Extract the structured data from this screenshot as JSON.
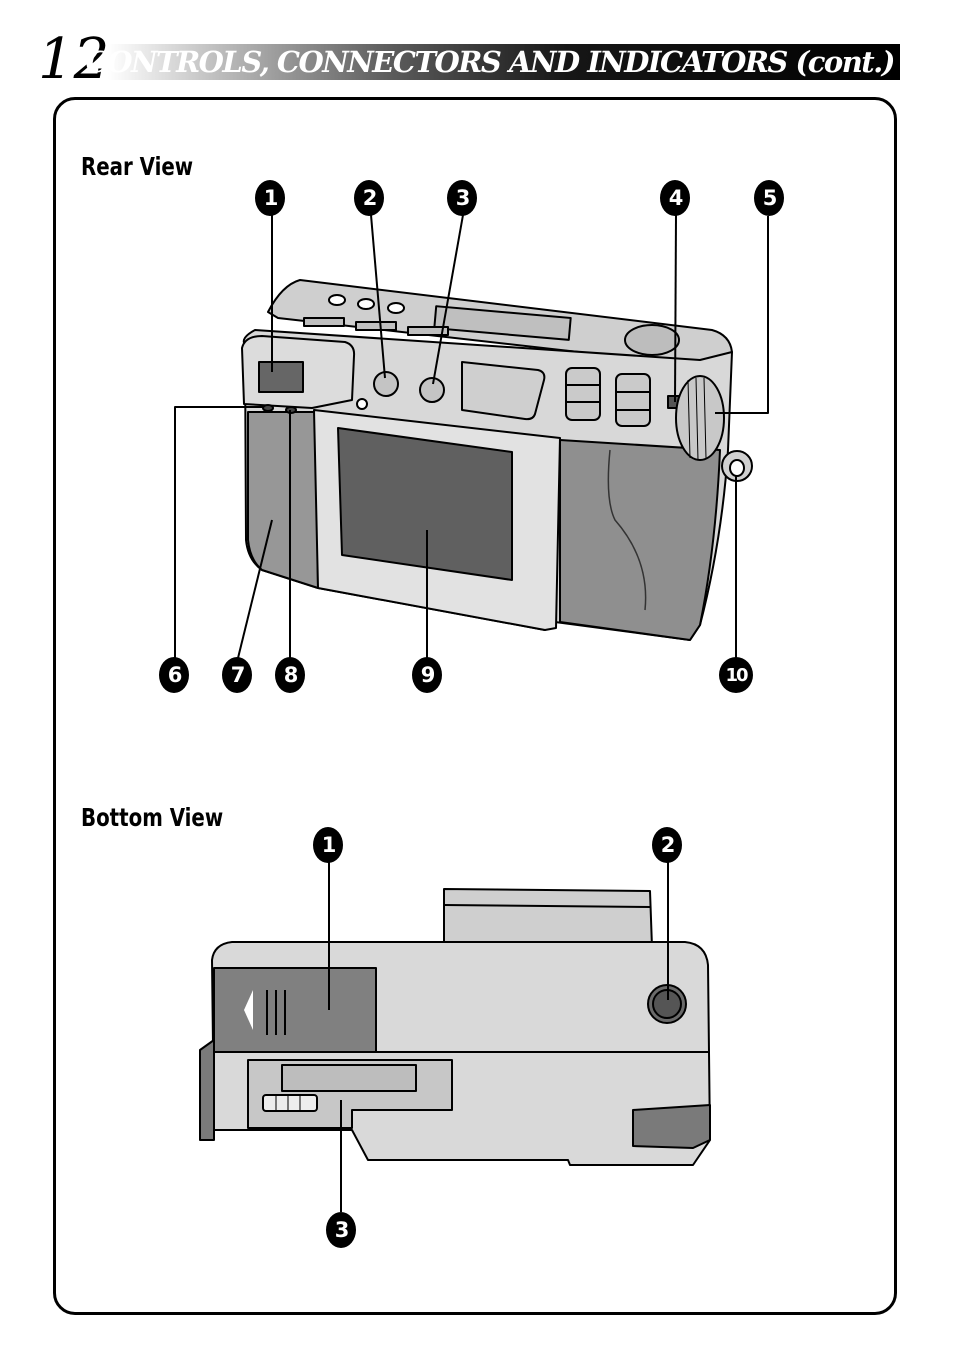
{
  "page": {
    "number": "12",
    "title": "CONTROLS, CONNECTORS AND INDICATORS (cont.)"
  },
  "rear_view": {
    "heading": "Rear View",
    "callouts": [
      "1",
      "2",
      "3",
      "4",
      "5",
      "6",
      "7",
      "8",
      "9",
      "10"
    ]
  },
  "bottom_view": {
    "heading": "Bottom View",
    "callouts": [
      "1",
      "2",
      "3"
    ]
  },
  "colors": {
    "body": "#d6d6d6",
    "grip": "#9a9a9a",
    "screen": "#606060",
    "line": "#000000"
  }
}
